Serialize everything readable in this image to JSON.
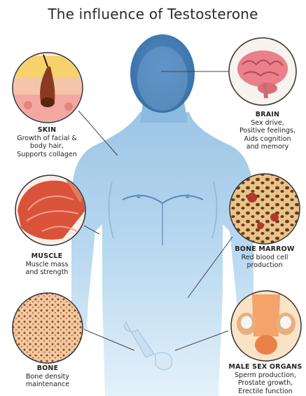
{
  "title": "The influence of Testosterone",
  "organs": [
    {
      "key": "skin",
      "name": "SKIN",
      "lines": [
        "Growth of facial &",
        "body hair,",
        "Supports collagen"
      ]
    },
    {
      "key": "brain",
      "name": "BRAIN",
      "lines": [
        "Sex drive,",
        "Positive feelings,",
        "Aids cognition",
        "and memory"
      ]
    },
    {
      "key": "muscle",
      "name": "MUSCLE",
      "lines": [
        "Muscle mass",
        "and strength"
      ]
    },
    {
      "key": "marrow",
      "name": "BONE MARROW",
      "lines": [
        "Red blood cell",
        "production"
      ]
    },
    {
      "key": "bone",
      "name": "BONE",
      "lines": [
        "Bone density",
        "maintenance"
      ]
    },
    {
      "key": "sex",
      "name": "MALE SEX ORGANS",
      "lines": [
        "Sperm production,",
        "Prostate growth,",
        "Erectile function"
      ]
    }
  ]
}
